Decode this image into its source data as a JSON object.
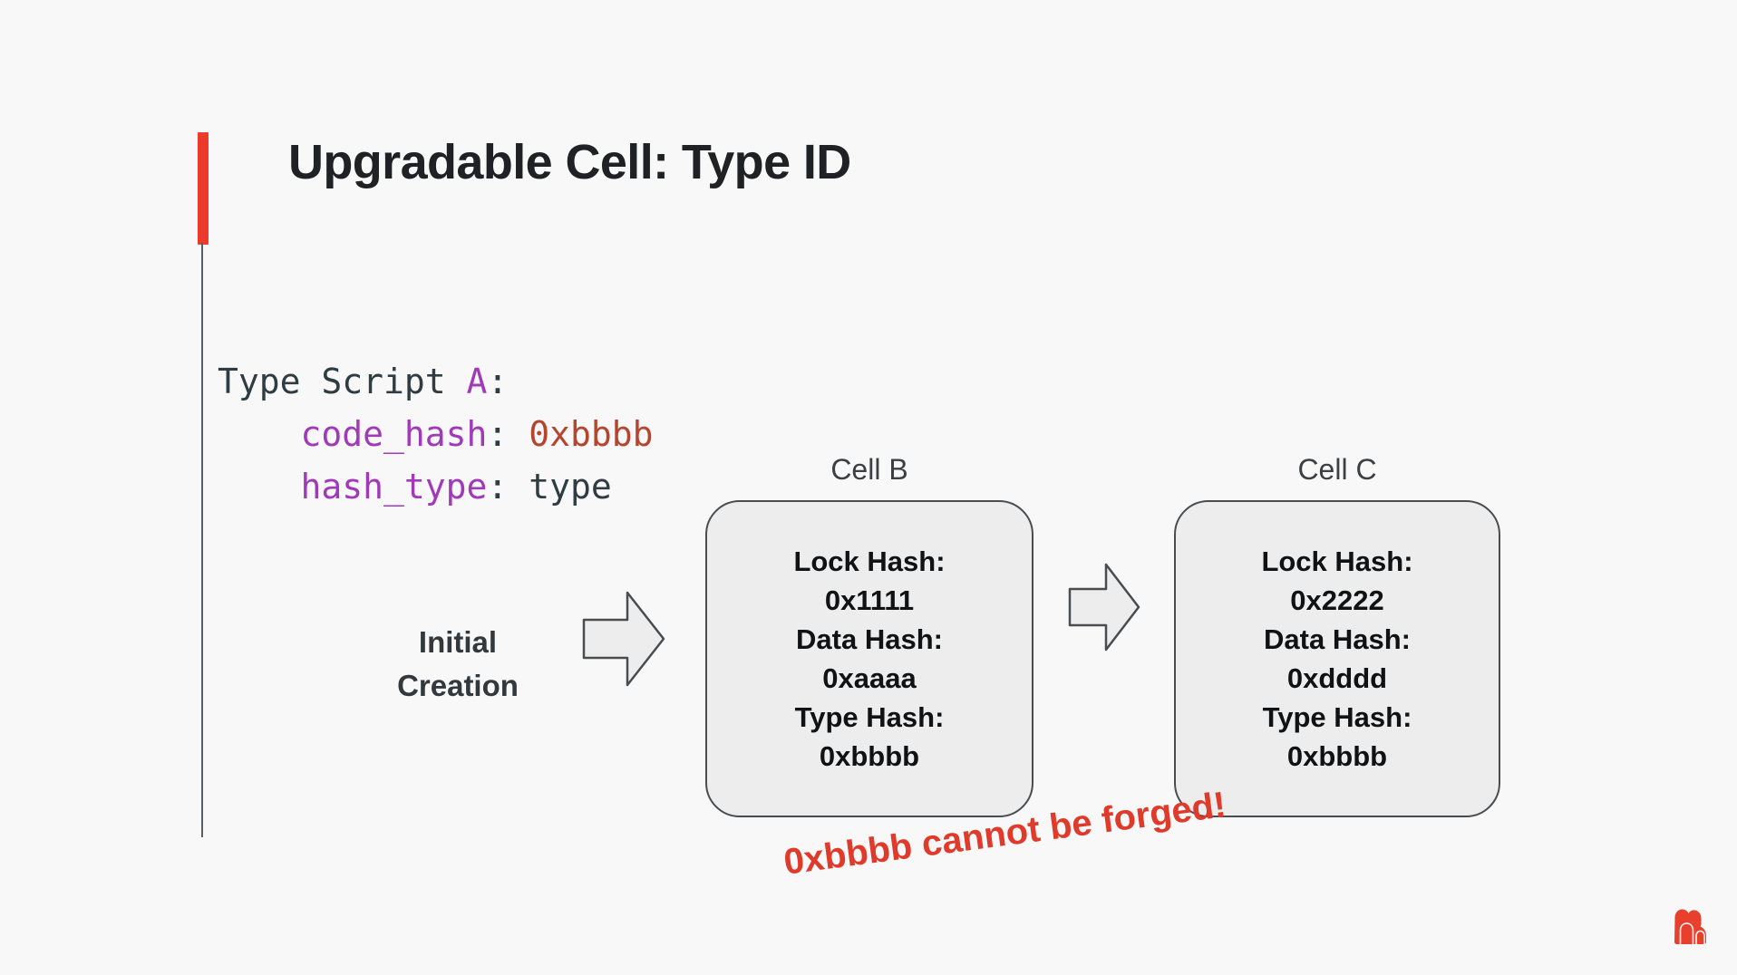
{
  "slide": {
    "background_color": "#f8f8f8",
    "title": "Upgradable Cell: Type ID",
    "accent_color": "#ec3b2c"
  },
  "code_block": {
    "language": "molecule",
    "lines": [
      {
        "indent": "",
        "prefix": "Type Script ",
        "key": "A",
        "colon": ":",
        "value": ""
      },
      {
        "indent": "    ",
        "prefix": "",
        "key": "code_hash",
        "colon": ": ",
        "value": "0xbbbb"
      },
      {
        "indent": "    ",
        "prefix": "",
        "key": "hash_type",
        "colon": ": ",
        "value": "type"
      }
    ],
    "raw": "Type Script A:\n    code_hash: 0xbbbb\n    hash_type: type",
    "colors": {
      "plain": "#2f3c42",
      "key": "#a03ab8",
      "value": "#b5452f"
    }
  },
  "diagram": {
    "step_label": "Initial\nCreation",
    "arrows": [
      {
        "name": "arrow-initial-creation-to-cell-b",
        "glyph": "block-arrow-right"
      },
      {
        "name": "arrow-cell-b-to-cell-c",
        "glyph": "block-arrow-right"
      }
    ],
    "cells": [
      {
        "label": "Cell B",
        "lock_hash_label": "Lock Hash:",
        "lock_hash_value": "0x1111",
        "data_hash_label": "Data Hash:",
        "data_hash_value": "0xaaaa",
        "type_hash_label": "Type Hash:",
        "type_hash_value": "0xbbbb",
        "body": "Lock Hash:\n0x1111\nData Hash:\n0xaaaa\nType Hash:\n0xbbbb"
      },
      {
        "label": "Cell C",
        "lock_hash_label": "Lock Hash:",
        "lock_hash_value": "0x2222",
        "data_hash_label": "Data Hash:",
        "data_hash_value": "0xdddd",
        "type_hash_label": "Type Hash:",
        "type_hash_value": "0xbbbb",
        "body": "Lock Hash:\n0x2222\nData Hash:\n0xdddd\nType Hash:\n0xbbbb"
      }
    ]
  },
  "annotation": {
    "text": "0xbbbb cannot be forged!",
    "color": "#e03a2b"
  },
  "logo": {
    "name": "nervos-gorilla-logo",
    "color": "#e8402c"
  }
}
